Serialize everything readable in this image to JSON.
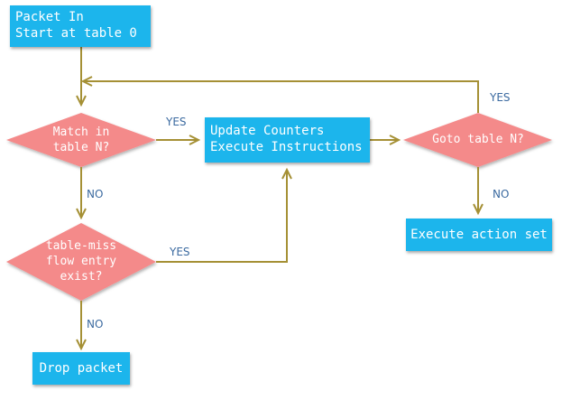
{
  "nodes": {
    "packet_in": {
      "lines": [
        "Packet In",
        "Start at table 0"
      ]
    },
    "match": {
      "lines": [
        "Match in",
        "table N?"
      ]
    },
    "update": {
      "lines": [
        "Update Counters",
        "Execute Instructions"
      ]
    },
    "goto": {
      "lines": [
        "Goto table N?"
      ]
    },
    "execute_action": {
      "label": "Execute action set"
    },
    "table_miss": {
      "lines": [
        "table-miss",
        "flow entry",
        "exist?"
      ]
    },
    "drop": {
      "label": "Drop packet"
    }
  },
  "edges": {
    "match_yes": "YES",
    "match_no": "NO",
    "tablemiss_yes": "YES",
    "tablemiss_no": "NO",
    "goto_yes": "YES",
    "goto_no": "NO"
  },
  "colors": {
    "process_box": "#1cb5ec",
    "decision": "#f48a8a",
    "connector": "#a59035",
    "edge_label": "#3b6aa0"
  }
}
